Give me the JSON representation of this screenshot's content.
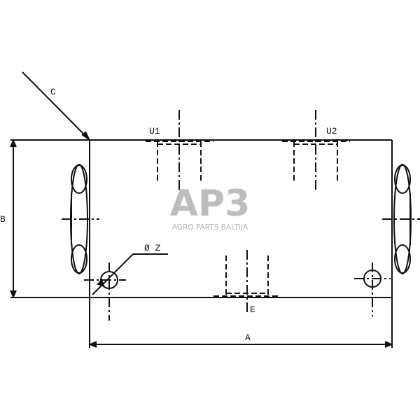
{
  "labels": {
    "a": "A",
    "b": "B",
    "c": "C",
    "e": "E",
    "u1": "U1",
    "u2": "U2",
    "z": "Ø Z"
  },
  "watermark": {
    "logo": "AP3",
    "name": "AGRO PARTS BALTIJA",
    "color": "#bdbdbd"
  }
}
